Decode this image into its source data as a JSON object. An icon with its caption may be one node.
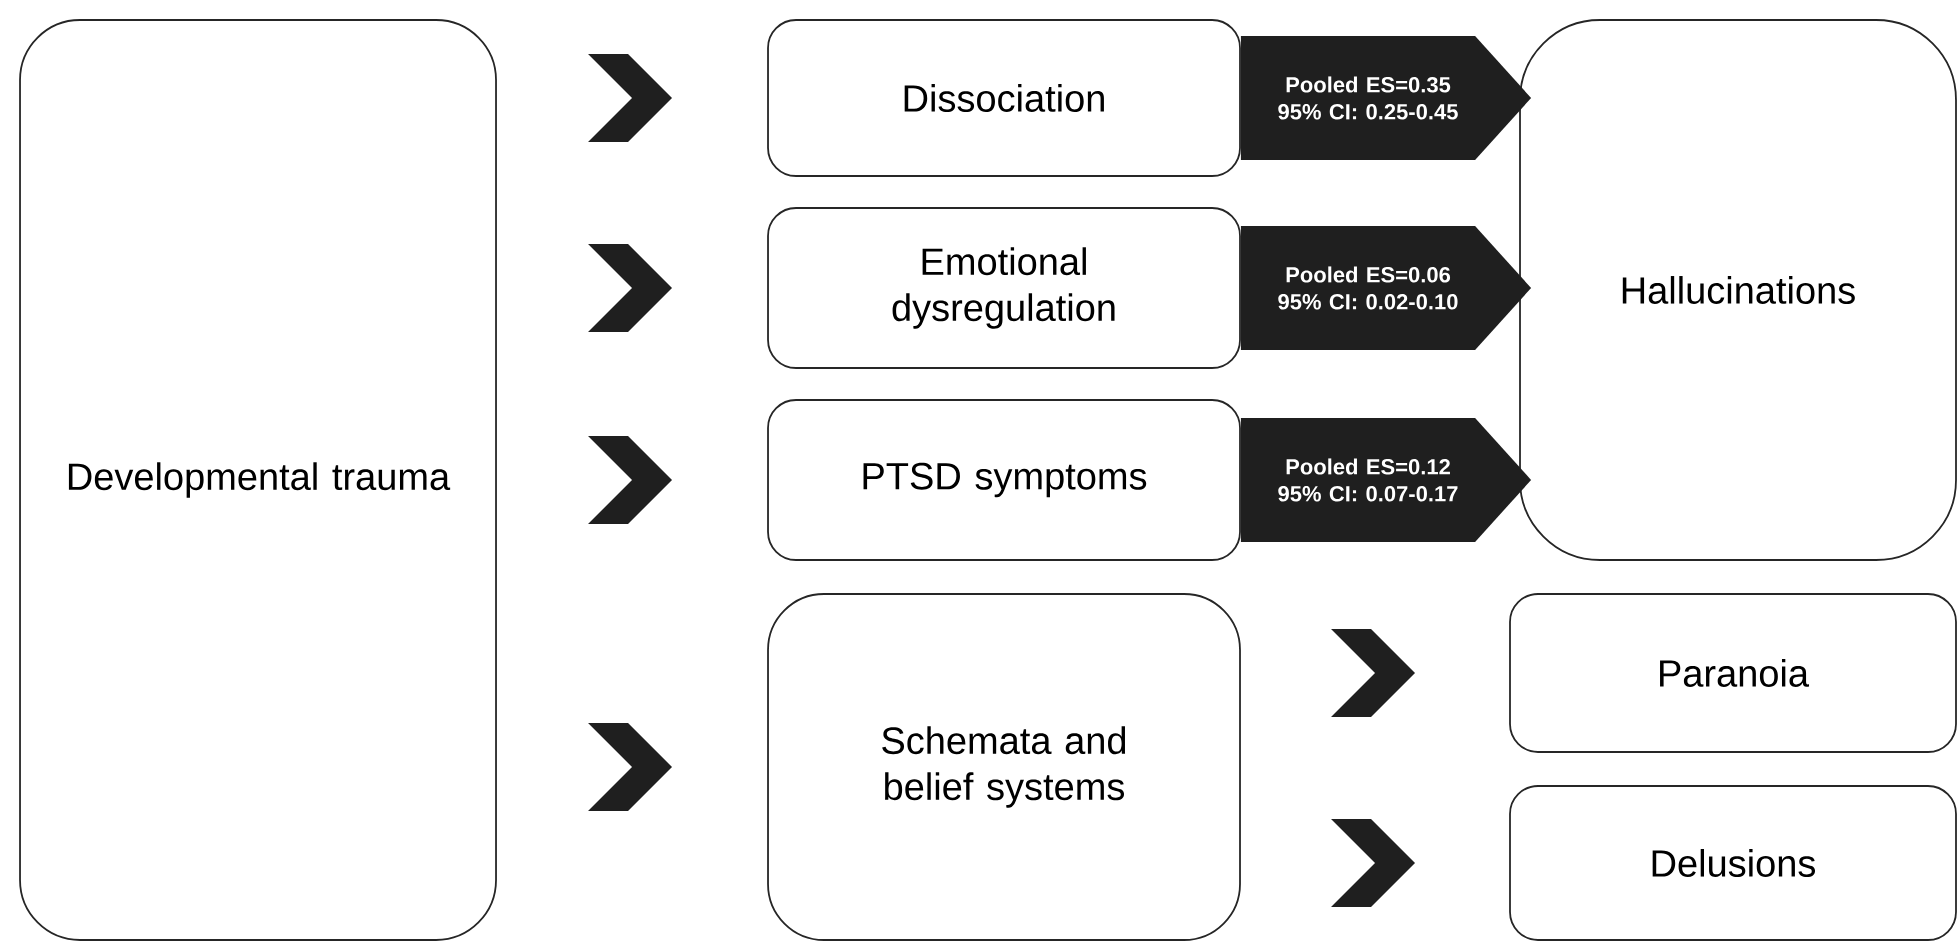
{
  "diagram": {
    "nodes": [
      {
        "text": [
          "Developmental trauma"
        ]
      },
      {
        "text": [
          "Dissociation"
        ]
      },
      {
        "text": [
          "Emotional dysregulation"
        ]
      },
      {
        "text": [
          "PTSD symptoms"
        ]
      },
      {
        "text": [
          "Schemata and belief systems"
        ]
      },
      {
        "text": [
          "Hallucinations"
        ]
      },
      {
        "text": [
          "Paranoia"
        ]
      },
      {
        "text": [
          "Delusions"
        ]
      }
    ],
    "edges": [
      {
        "from": 0,
        "to": 1,
        "arrow": "to"
      },
      {
        "from": 0,
        "to": 2,
        "arrow": "to"
      },
      {
        "from": 0,
        "to": 3,
        "arrow": "to"
      },
      {
        "from": 0,
        "to": 4,
        "arrow": "to"
      },
      {
        "from": 1,
        "to": 5,
        "arrow": "to",
        "label": "Pooled ES=0.35 95% CI: 0.25-0.45",
        "style": "thick"
      },
      {
        "from": 2,
        "to": 5,
        "arrow": "to",
        "label": "Pooled ES=0.06 95% CI: 0.02-0.10",
        "style": "thick"
      },
      {
        "from": 3,
        "to": 5,
        "arrow": "to",
        "label": "Pooled ES=0.12 95% CI: 0.07-0.17",
        "style": "thick"
      },
      {
        "from": 4,
        "to": 6,
        "arrow": "to"
      },
      {
        "from": 4,
        "to": 7,
        "arrow": "to"
      }
    ]
  }
}
